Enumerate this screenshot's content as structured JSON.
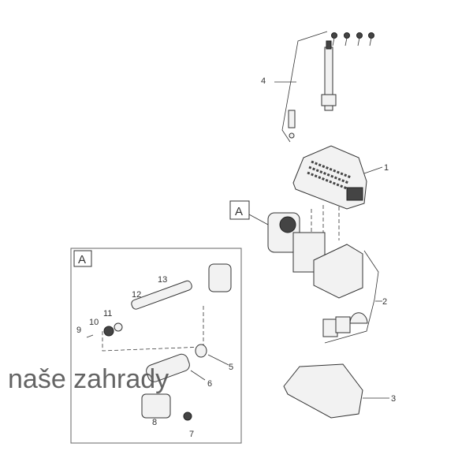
{
  "diagram": {
    "callouts": [
      "1",
      "2",
      "3",
      "4",
      "5",
      "6",
      "7",
      "8",
      "9",
      "10",
      "11",
      "12",
      "13"
    ],
    "section_label": "A",
    "inset_label": "A",
    "watermark": "naše zahrady"
  }
}
